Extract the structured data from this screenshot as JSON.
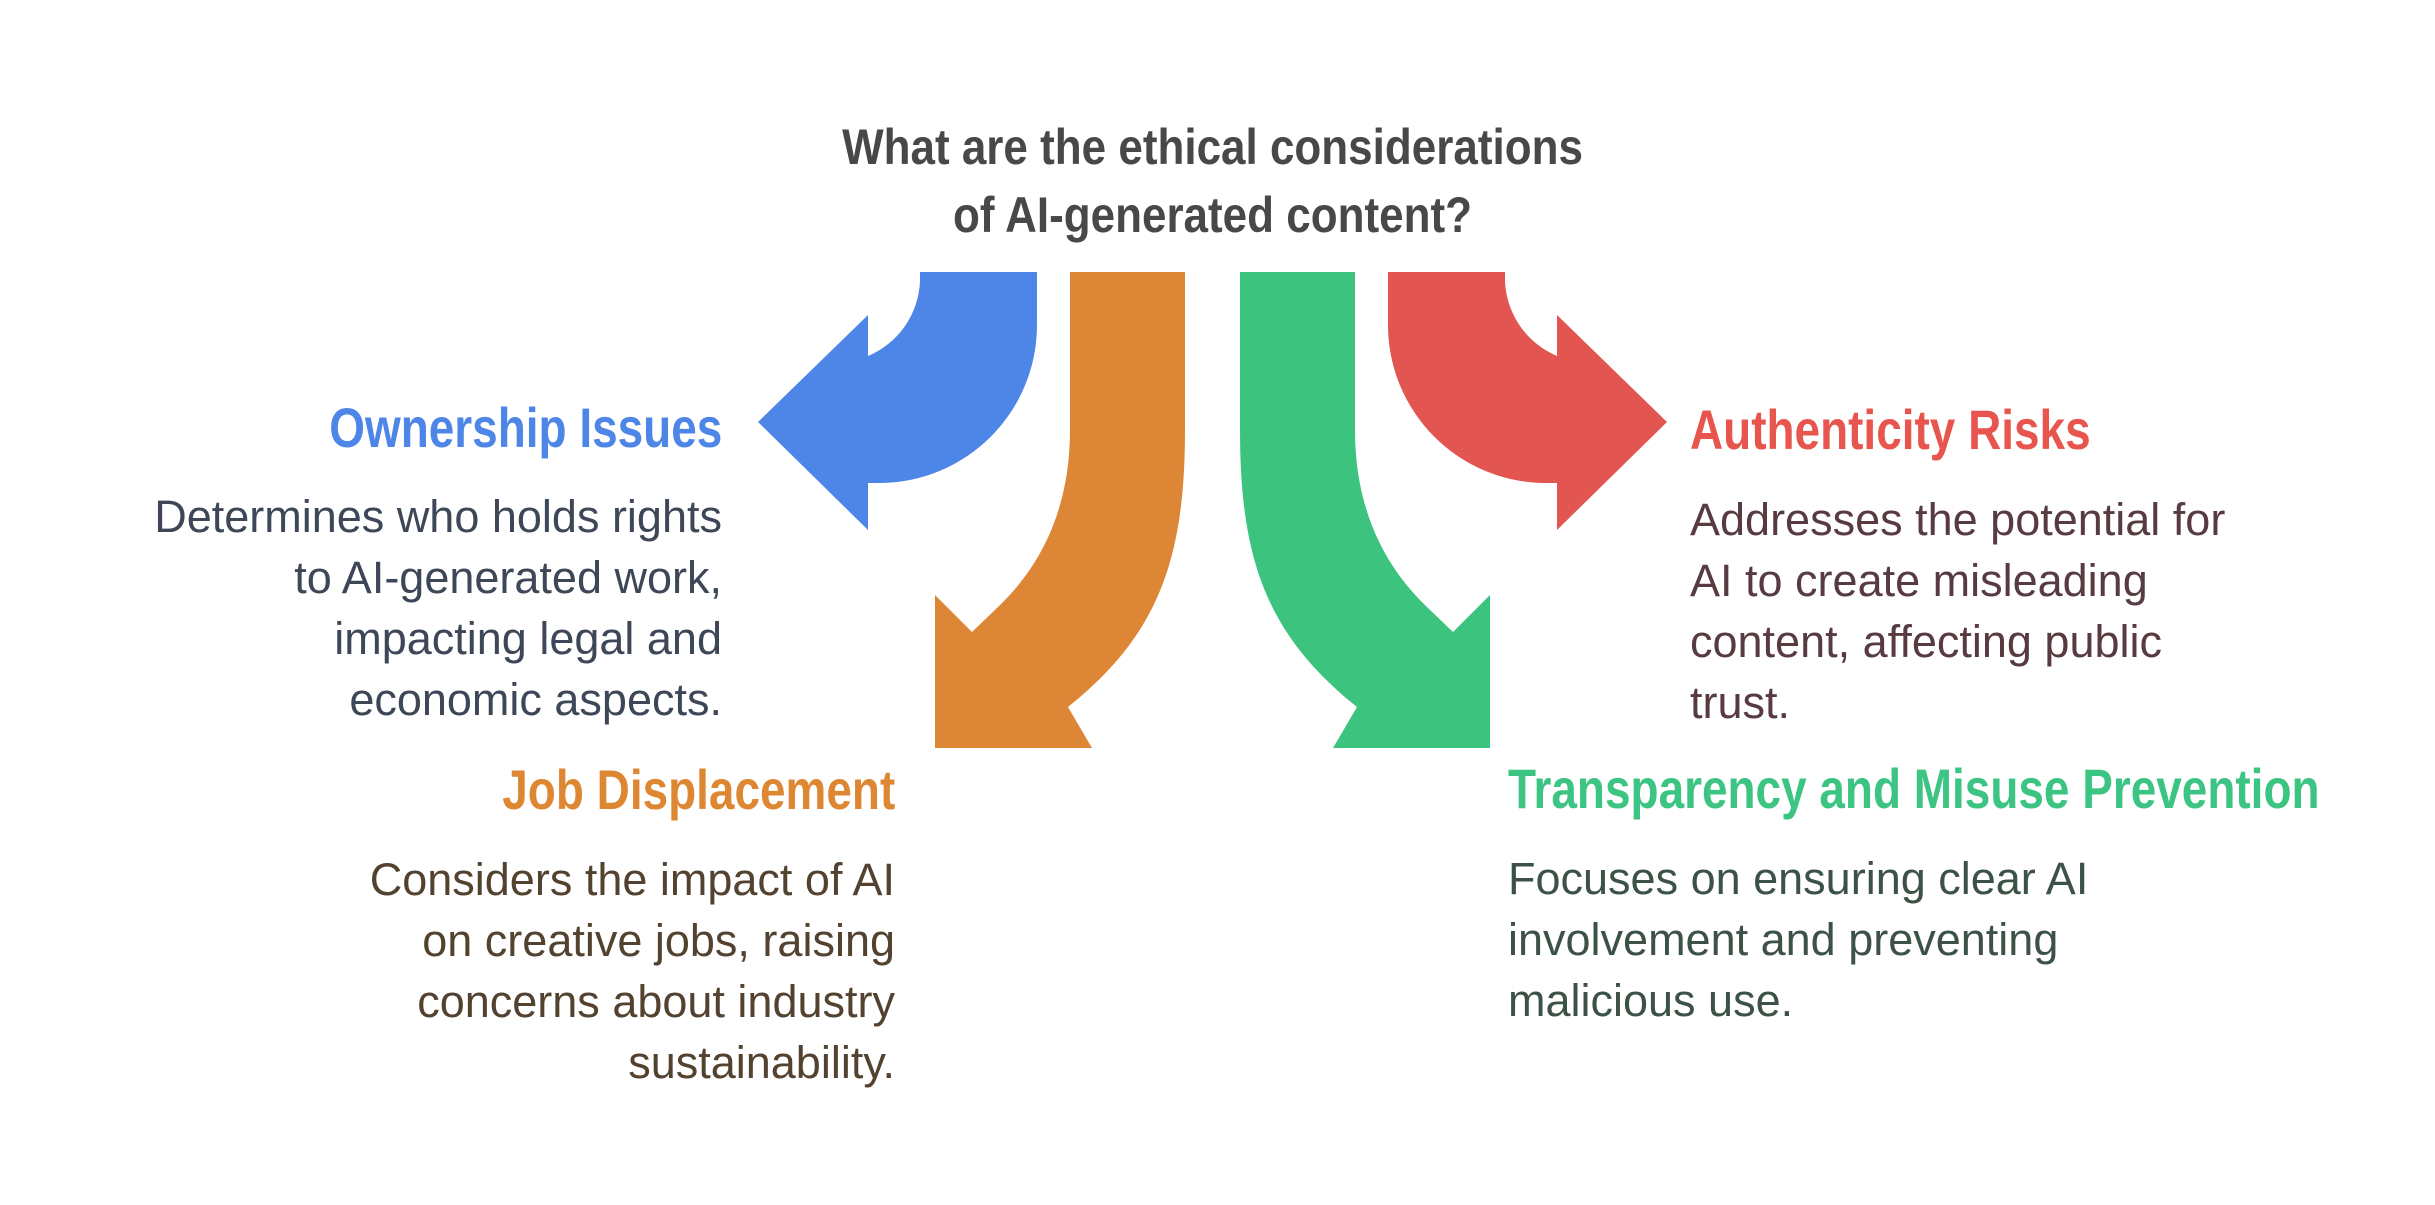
{
  "title": {
    "line1": "What are the ethical considerations",
    "line2": "of AI-generated content?",
    "color": "#484848"
  },
  "arrow_colors": {
    "blue": "#4d86e6",
    "orange": "#dd8736",
    "green": "#3cc47e",
    "red": "#e25551"
  },
  "sections": [
    {
      "id": "ownership",
      "heading": "Ownership Issues",
      "heading_color": "#4d86e6",
      "body_color": "#3d4757",
      "arrow_icon": "bent-arrow-left",
      "arrow_direction": "left",
      "body_lines": [
        "Determines who holds rights",
        "to AI-generated work,",
        "impacting legal and",
        "economic aspects."
      ]
    },
    {
      "id": "job-displacement",
      "heading": "Job Displacement",
      "heading_color": "#de8733",
      "body_color": "#52422f",
      "arrow_icon": "curved-arrow-down-left",
      "arrow_direction": "down-left",
      "body_lines": [
        "Considers the impact of AI",
        "on creative jobs, raising",
        "concerns about industry",
        "sustainability."
      ]
    },
    {
      "id": "authenticity",
      "heading": "Authenticity Risks",
      "heading_color": "#e8554f",
      "body_color": "#583b40",
      "arrow_icon": "bent-arrow-right",
      "arrow_direction": "right",
      "body_lines": [
        "Addresses the potential for",
        "AI to create misleading",
        "content, affecting public",
        "trust."
      ]
    },
    {
      "id": "transparency",
      "heading": "Transparency and Misuse Prevention",
      "heading_color": "#3cc483",
      "body_color": "#3d5246",
      "arrow_icon": "curved-arrow-down-right",
      "arrow_direction": "down-right",
      "body_lines": [
        "Focuses on ensuring clear AI",
        "involvement and preventing",
        "malicious use."
      ]
    }
  ]
}
